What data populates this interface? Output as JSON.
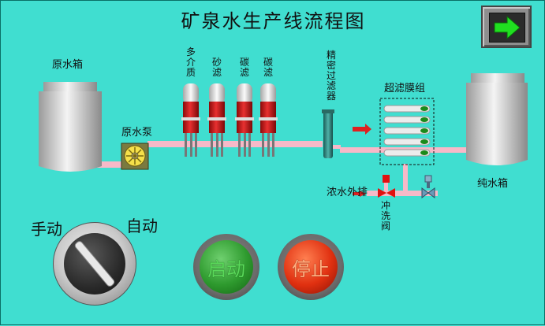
{
  "title": "矿泉水生产线流程图",
  "labels": {
    "raw_tank": "原水箱",
    "raw_pump": "原水泵",
    "multimedia": "多介质",
    "sand": "砂滤",
    "carbon1": "碳滤",
    "carbon2": "碳滤",
    "precision": "精密过滤器",
    "uf_group": "超滤膜组",
    "pure_tank": "纯水箱",
    "drain": "浓水外排",
    "flush_valve": "冲洗阀"
  },
  "controls": {
    "manual": "手动",
    "auto": "自动",
    "start": "启动",
    "stop": "停止"
  },
  "icons": {
    "next": "next-page-arrow-icon"
  },
  "colors": {
    "background": "#40ded0",
    "pipe": "#f7b9c8",
    "filter_red": "#cc1a1a",
    "arrow_red": "#e02020",
    "nav_arrow": "#20e020"
  }
}
